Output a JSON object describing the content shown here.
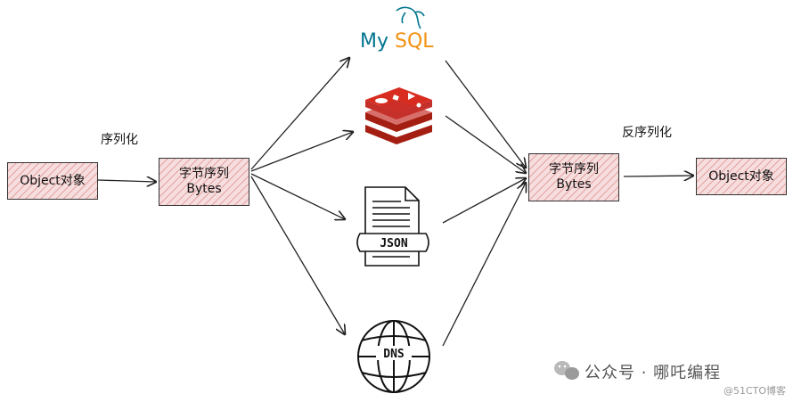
{
  "left_label": "序列化",
  "right_label": "反序列化",
  "source_box": {
    "text": "Object对象"
  },
  "bytes_box_left": {
    "line1": "字节序列",
    "line2": "Bytes"
  },
  "bytes_box_right": {
    "line1": "字节序列",
    "line2": "Bytes"
  },
  "target_box": {
    "text": "Object对象"
  },
  "storages": {
    "mysql": {
      "text": "MySQL"
    },
    "redis": {
      "icon": "redis-icon"
    },
    "json": {
      "text": "JSON",
      "icon": "json-file-icon"
    },
    "dns": {
      "text": "DNS",
      "icon": "globe-icon"
    }
  },
  "watermark": {
    "main": "公众号 · 哪吒编程",
    "sub": "@51CTO博客"
  },
  "colors": {
    "box_fill": "#f7dede",
    "hatch": "#cd5a5a",
    "mysql_blue": "#00758f",
    "mysql_orange": "#f29111",
    "redis_red": "#c6302b"
  }
}
